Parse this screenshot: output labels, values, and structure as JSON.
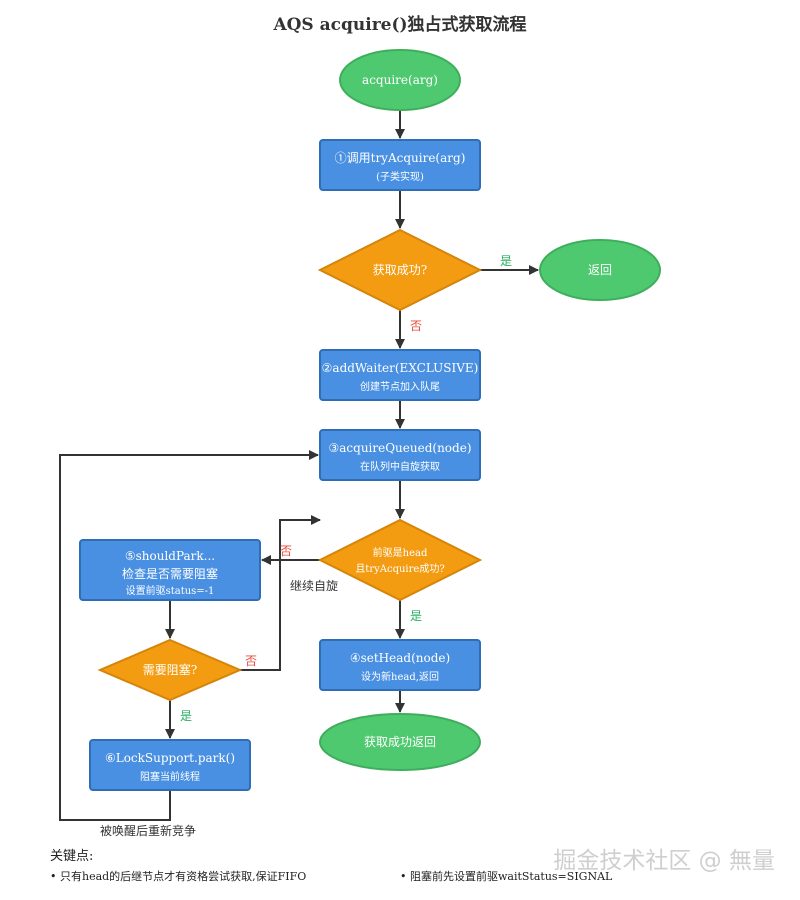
{
  "title": "AQS acquire()独占式获取流程",
  "nodes": {
    "start": "acquire(arg)",
    "try_acquire": {
      "line1": "①调用tryAcquire(arg)",
      "line2": "(子类实现)"
    },
    "success_check": "获取成功?",
    "return": "返回",
    "add_waiter": {
      "line1": "②addWaiter(EXCLUSIVE)",
      "line2": "创建节点加入队尾"
    },
    "acquire_queued": {
      "line1": "③acquireQueued(node)",
      "line2": "在队列中自旋获取"
    },
    "head_check": {
      "line1": "前驱是head",
      "line2": "且tryAcquire成功?"
    },
    "set_head": {
      "line1": "④setHead(node)",
      "line2": "设为新head,返回"
    },
    "acquire_done": "获取成功返回",
    "should_park": {
      "line1": "⑤shouldPark...",
      "line2": "检查是否需要阻塞",
      "line3": "设置前驱status=-1"
    },
    "need_block": "需要阻塞?",
    "park": {
      "line1": "⑥LockSupport.park()",
      "line2": "阻塞当前线程"
    }
  },
  "edge_labels": {
    "success_yes": "是",
    "success_no": "否",
    "head_no": "否",
    "head_yes": "是",
    "spin": "继续自旋",
    "block_no": "否",
    "block_yes": "是",
    "wakeup": "被唤醒后重新竞争"
  },
  "notes": {
    "heading": "关键点:",
    "items": [
      "• 只有head的后继节点才有资格尝试获取,保证FIFO",
      "• 阻塞前先设置前驱waitStatus=SIGNAL"
    ]
  },
  "watermark": "掘金技术社区 @ 無量",
  "colors": {
    "terminal": "#4fc96f",
    "process": "#4a90e2",
    "decision": "#f39c12",
    "yes_label": "#27ae60",
    "no_label": "#e74c3c",
    "arrow": "#333333"
  }
}
